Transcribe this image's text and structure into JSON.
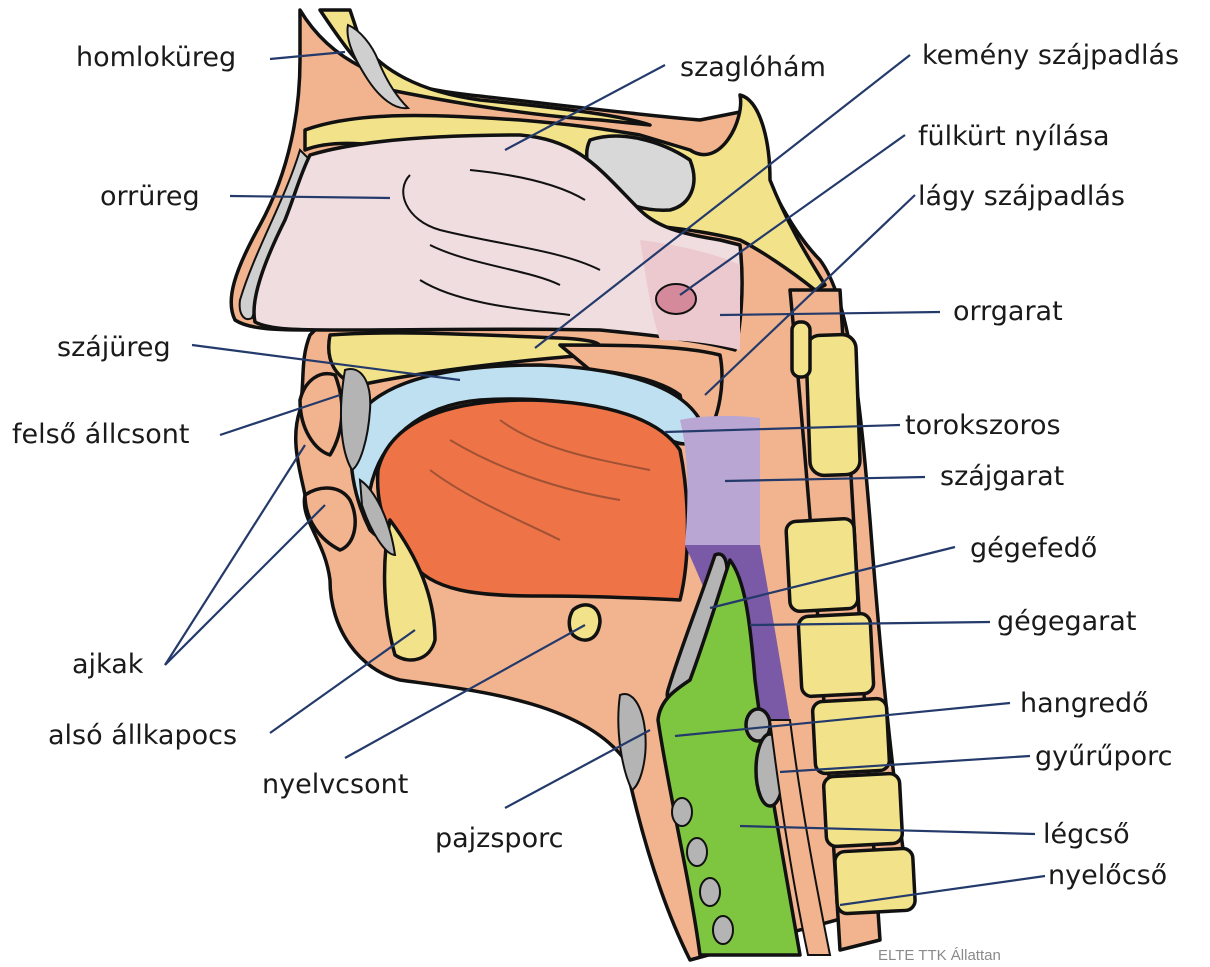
{
  "labels": {
    "homlokureg": "homloküreg",
    "orrureg": "orrüreg",
    "szajureg": "szájüreg",
    "felso_allcsont": "felső állcsont",
    "ajkak": "ajkak",
    "also_allkapocs": "alsó állkapocs",
    "nyelvcsont": "nyelvcsont",
    "pajzsporc": "pajzsporc",
    "szaglohham": "szaglóhám",
    "kemeny_szajpadlas": "kemény szájpadlás",
    "fulkurt_nyilasa": "fülkürt nyílása",
    "lagy_szajpadlas": "lágy szájpadlás",
    "orrgarat": "orrgarat",
    "torokszoros": "torokszoros",
    "szajgarat": "szájgarat",
    "gegefedo": "gégefedő",
    "gegegarat": "gégegarat",
    "hangredo": "hangredő",
    "gyuruporc": "gyűrűporc",
    "legcso": "légcső",
    "nyelocso": "nyelőcső"
  },
  "credit": "ELTE TTK Állattan",
  "colors": {
    "skin": "#f2b48e",
    "bone": "#f2e38a",
    "nasal_cavity": "#efdde0",
    "tongue": "#ee7448",
    "oral_cavity": "#bfe0f0",
    "nasopharynx": "#ecc9cf",
    "oropharynx": "#b9a6d2",
    "laryngopharynx": "#7a5aa6",
    "trachea": "#7fc640",
    "cartilage": "#b4b4b4",
    "leader": "#243a6b"
  }
}
